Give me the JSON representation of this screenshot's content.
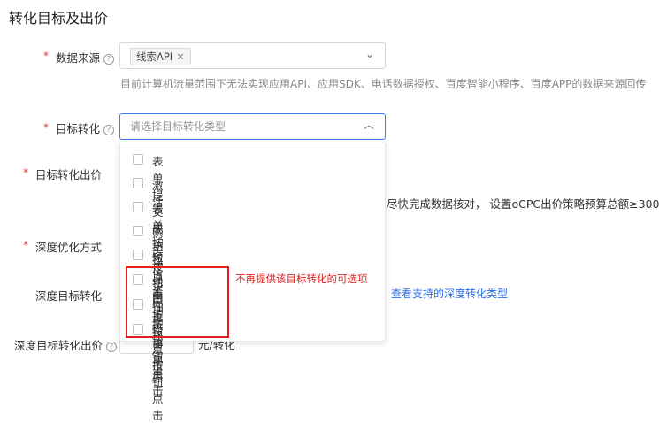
{
  "page": {
    "title": "转化目标及出价"
  },
  "data_source": {
    "label": "数据来源",
    "tag": "线索API",
    "hint": "目前计算机流量范围下无法实现应用API、应用SDK、电话数据授权、百度智能小程序、百度APP的数据来源回传"
  },
  "target_conversion": {
    "label": "目标转化",
    "placeholder": "请选择目标转化类型",
    "options": [
      "表单提交成功",
      "激活",
      "表单按钮点击",
      "购买按钮点击",
      "短信咨询按钮点击",
      "地图按钮点击",
      "抽奖按钮点击",
      "投票按钮点击"
    ],
    "annotation": "不再提供该目标转化的可选项"
  },
  "target_bid": {
    "label": "目标转化出价",
    "tip": "尽快完成数据核对， 设置oCPC出价策略预算总额≥300"
  },
  "deep_optimization": {
    "label": "深度优化方式"
  },
  "deep_target": {
    "label": "深度目标转化",
    "link": "查看支持的深度转化类型"
  },
  "deep_bid": {
    "label": "深度目标转化出价",
    "unit": "元/转化"
  },
  "symbols": {
    "required": "*",
    "help": "?",
    "close": "✕",
    "chevron_down": "⌄",
    "chevron_up": "︿"
  },
  "colors": {
    "accent": "#3d7cf5",
    "required": "#e53935",
    "highlight": "#e02020",
    "link": "#2b6de5"
  }
}
